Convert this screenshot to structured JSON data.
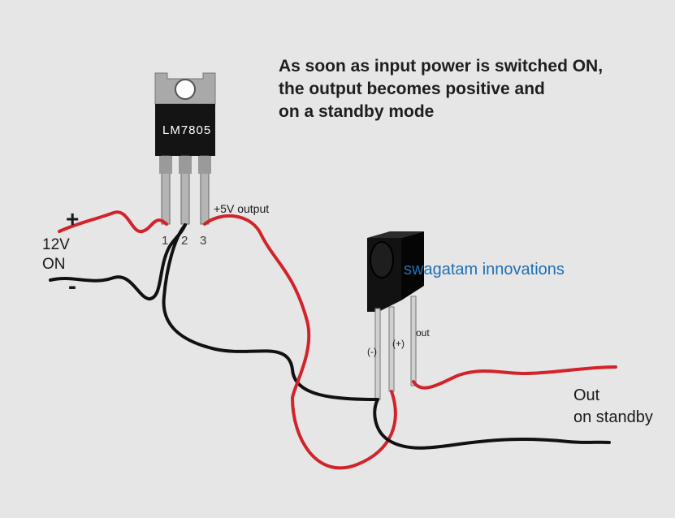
{
  "caption": {
    "line1": "As soon as input power is switched ON,",
    "line2": "the output becomes positive and",
    "line3": "on a standby mode"
  },
  "regulator": {
    "part_label": "LM7805",
    "pin1": "1",
    "pin2": "2",
    "pin3": "3",
    "output_label": "+5V output"
  },
  "supply": {
    "plus": "+",
    "voltage": "12V",
    "state": "ON",
    "minus": "-"
  },
  "sensor": {
    "neg_label": "(-)",
    "pos_label": "(+)",
    "out_label": "out"
  },
  "output": {
    "line1": "Out",
    "line2": "on standby"
  },
  "brand": "swagatam innovations",
  "colors": {
    "background": "#e6e6e6",
    "red_wire": "#d2232a",
    "black_wire": "#111111",
    "brand_text": "#1f6fb4"
  }
}
